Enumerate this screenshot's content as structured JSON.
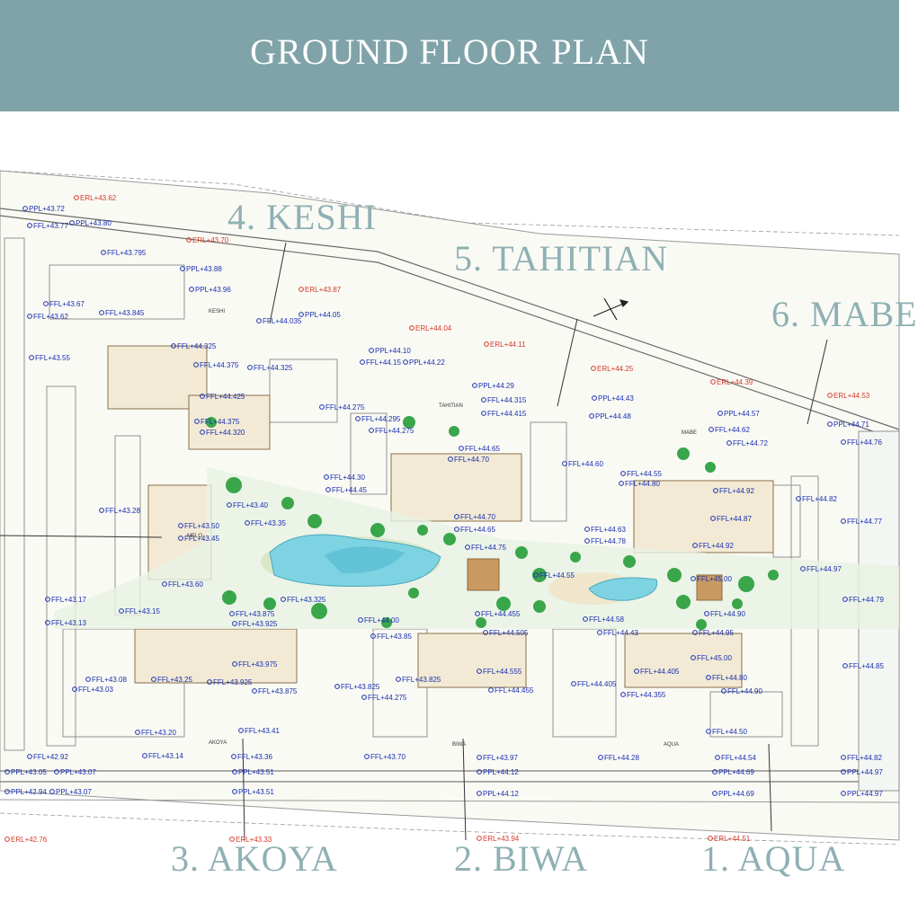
{
  "title": "GROUND FLOOR PLAN",
  "zones": {
    "keshi": "4. KESHI",
    "tahitian": "5. TAHITIAN",
    "mabe": "6. MABE",
    "akoya": "3. AKOYA",
    "biwa": "2. BIWA",
    "aqua": "1. AQUA"
  },
  "building_tags": {
    "keshi": "KESHI",
    "tahitian": "TAHITIAN",
    "mabe": "MABE",
    "melo": "MELO",
    "akoya": "AKOYA",
    "biwa": "BIWA",
    "aqua": "AQUA"
  },
  "levels": [
    "ERL+43.62",
    "PPL+43.72",
    "FFL+43.77",
    "PPL+43.80",
    "ERL+43.70",
    "FFL+43.795",
    "PPL+43.88",
    "PPL+43.96",
    "ERL+43.87",
    "FFL+43.67",
    "FFL+43.62",
    "FFL+43.845",
    "FFL+44.035",
    "PPL+44.05",
    "ERL+44.04",
    "ERL+44.11",
    "FFL+44.325",
    "PPL+44.10",
    "FFL+44.15",
    "PPL+44.22",
    "FFL+43.55",
    "FFL+44.375",
    "FFL+44.325",
    "ERL+44.25",
    "PPL+44.29",
    "FFL+44.315",
    "PPL+44.43",
    "ERL+44.39",
    "ERL+44.53",
    "FFL+44.425",
    "FFL+44.415",
    "PPL+44.48",
    "PPL+44.57",
    "FFL+44.375",
    "FFL+44.275",
    "FFL+44.295",
    "FFL+44.275",
    "FFL+44.320",
    "FFL+44.62",
    "PPL+44.71",
    "FFL+44.72",
    "FFL+44.76",
    "FFL+44.65",
    "FFL+44.70",
    "FFL+44.60",
    "FFL+44.55",
    "FFL+44.80",
    "FFL+44.30",
    "FFL+44.45",
    "FFL+44.92",
    "FFL+44.82",
    "FFL+43.40",
    "FFL+43.35",
    "FFL+43.28",
    "FFL+44.70",
    "FFL+44.87",
    "FFL+43.50",
    "FFL+43.45",
    "FFL+44.65",
    "FFL+44.63",
    "FFL+44.77",
    "FFL+44.75",
    "FFL+44.78",
    "FFL+44.92",
    "FFL+44.55",
    "FFL+44.97",
    "FFL+43.60",
    "FFL+45.00",
    "FFL+43.17",
    "FFL+43.325",
    "FFL+43.15",
    "FFL+43.875",
    "FFL+44.455",
    "FFL+44.90",
    "FFL+44.79",
    "FFL+43.13",
    "FFL+43.925",
    "FFL+44.00",
    "FFL+44.58",
    "FFL+43.85",
    "FFL+44.505",
    "FFL+44.43",
    "FFL+44.95",
    "FFL+43.975",
    "FFL+45.00",
    "FFL+44.555",
    "FFL+44.405",
    "FFL+44.85",
    "FFL+43.08",
    "FFL+43.25",
    "FFL+43.825",
    "FFL+43.925",
    "FFL+44.455",
    "FFL+44.405",
    "FFL+44.80",
    "FFL+43.03",
    "FFL+43.875",
    "FFL+43.825",
    "FFL+44.275",
    "FFL+44.355",
    "FFL+44.90",
    "FFL+43.20",
    "FFL+43.41",
    "FFL+44.50",
    "FFL+42.92",
    "FFL+43.14",
    "FFL+43.36",
    "FFL+43.70",
    "FFL+43.97",
    "FFL+44.28",
    "FFL+44.54",
    "FFL+44.82",
    "PPL+43.05",
    "PPL+43.07",
    "PPL+43.51",
    "PPL+44.12",
    "PPL+44.69",
    "PPL+44.97",
    "PPL+42.94",
    "PPL+43.07",
    "PPL+43.51",
    "PPL+44.12",
    "PPL+44.69",
    "PPL+44.97",
    "ERL+42.76",
    "ERL+43.33",
    "ERL+43.94",
    "ERL+44.51"
  ]
}
